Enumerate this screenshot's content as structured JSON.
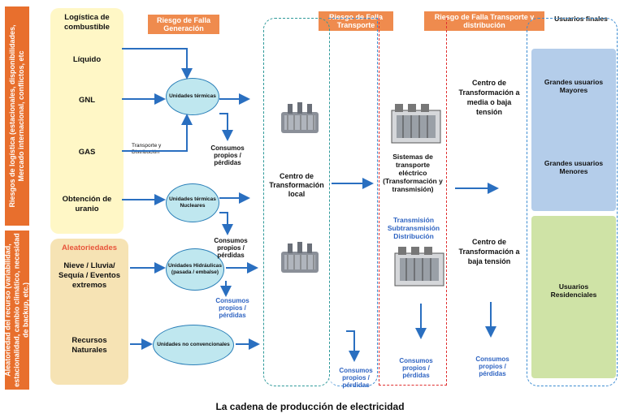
{
  "side_labels": {
    "logistics": "Riesgos de logística (estacionales, disponibilidades, Mercado internacional, conflictos, etc",
    "resource": "Aleatoriedad del recurso (variabilidad, estacionalidad, cambio climático, necesidad de backup, etc.)"
  },
  "fuel_panel": {
    "title": "Logística de combustible",
    "items": [
      "Líquido",
      "GNL",
      "GAS",
      "Obtención de uranio"
    ]
  },
  "random_panel": {
    "title": "Aleatoriedades",
    "items": [
      "Nieve / Lluvia/ Sequía / Eventos extremos",
      "Recursos Naturales"
    ]
  },
  "headers": {
    "generation": "Riesgo de Falla Generación",
    "transport": "Riesgo de Falla Transporte",
    "distribution": "Riesgo de Falla Transporte y distribución",
    "users": "Usuarios finales"
  },
  "units": {
    "thermal": "Unidades térmicas",
    "nuclear": "Unidades térmicas Nucleares",
    "hydro": "Unidades Hidráulicas (pasada / embalse)",
    "unconventional": "Unidades no convencionales"
  },
  "transport_note": "Transporte y Distribución",
  "consumption": "Consumos propios / pérdidas",
  "local_center": "Centro de Transformación local",
  "transport_system": "Sistemas de transporte eléctrico (Transformación y transmisión)",
  "transmission_levels": "Transmisión Subtransmisión Distribución",
  "medium_center": "Centro de Transformación a media o baja tensión",
  "low_center": "Centro de Transformación a baja tensión",
  "user_boxes": {
    "large_major": "Grandes usuarios Mayores",
    "large_minor": "Grandes usuarios Menores",
    "residential": "Usuarios Residenciales"
  },
  "caption": "La cadena de producción de electricidad",
  "colors": {
    "orange": "#e86f2d",
    "blue": "#2a7fb8",
    "dash_green": "#2f9a9a",
    "dash_red": "#e03030"
  }
}
